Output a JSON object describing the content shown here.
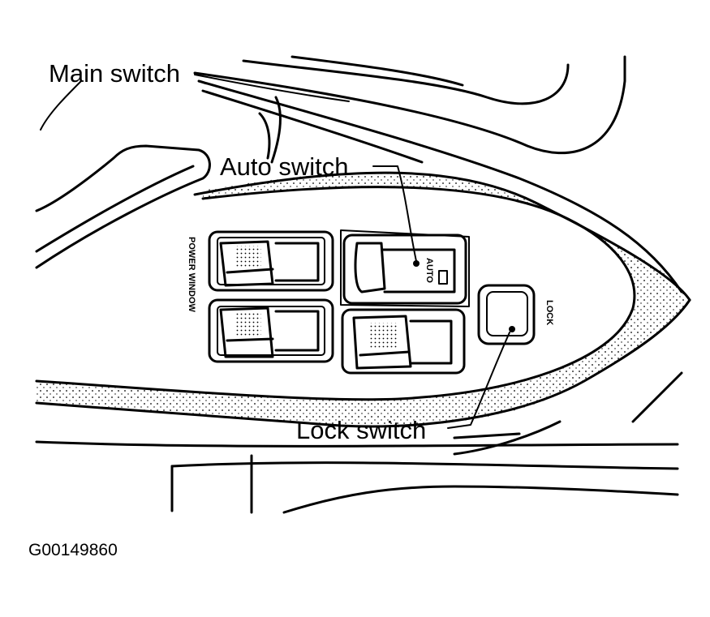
{
  "labels": {
    "main_switch": "Main switch",
    "auto_switch": "Auto switch",
    "lock_switch": "Lock switch",
    "power_window": "POWER WINDOW",
    "auto": "AUTO",
    "lock": "LOCK"
  },
  "figure_id": "G00149860"
}
